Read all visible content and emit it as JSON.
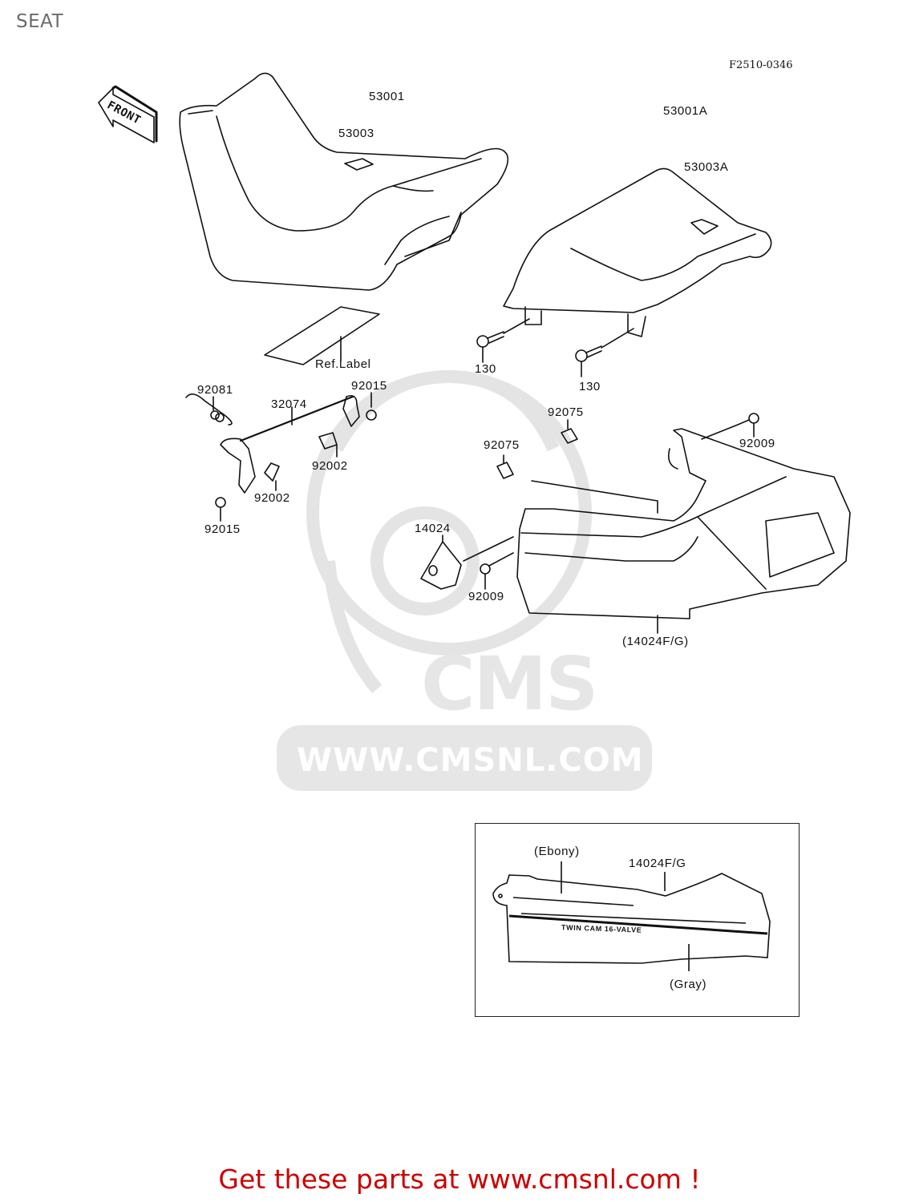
{
  "page": {
    "title": "SEAT",
    "figure_code": "F2510-0346"
  },
  "direction_marker": {
    "label": "FRONT"
  },
  "callouts": {
    "seat_front": "53001",
    "seat_front_strap": "53003",
    "seat_rear": "53001A",
    "seat_rear_strap": "53003A",
    "ref_label": "Ref.Label",
    "bolt_left": "130",
    "bolt_right": "130",
    "spring": "92081",
    "shaft": "32074",
    "nut_top": "92015",
    "nut_bottom": "92015",
    "stopper_top": "92002",
    "stopper_bottom": "92002",
    "clip_upper": "92075",
    "clip_lower": "92075",
    "screw_upper": "92009",
    "screw_lower": "92009",
    "emblem": "14024",
    "tail_cover": "(14024F/G)"
  },
  "inset": {
    "ebony_label": "(Ebony)",
    "part_label": "14024F/G",
    "decal_text": "TWIN CAM 16-VALVE",
    "gray_label": "(Gray)"
  },
  "watermark": {
    "brand": "CMS",
    "url": "WWW.CMSNL.COM"
  },
  "footer": {
    "promo_text": "Get these parts at www.cmsnl.com !",
    "promo_color": "#cc0000"
  }
}
